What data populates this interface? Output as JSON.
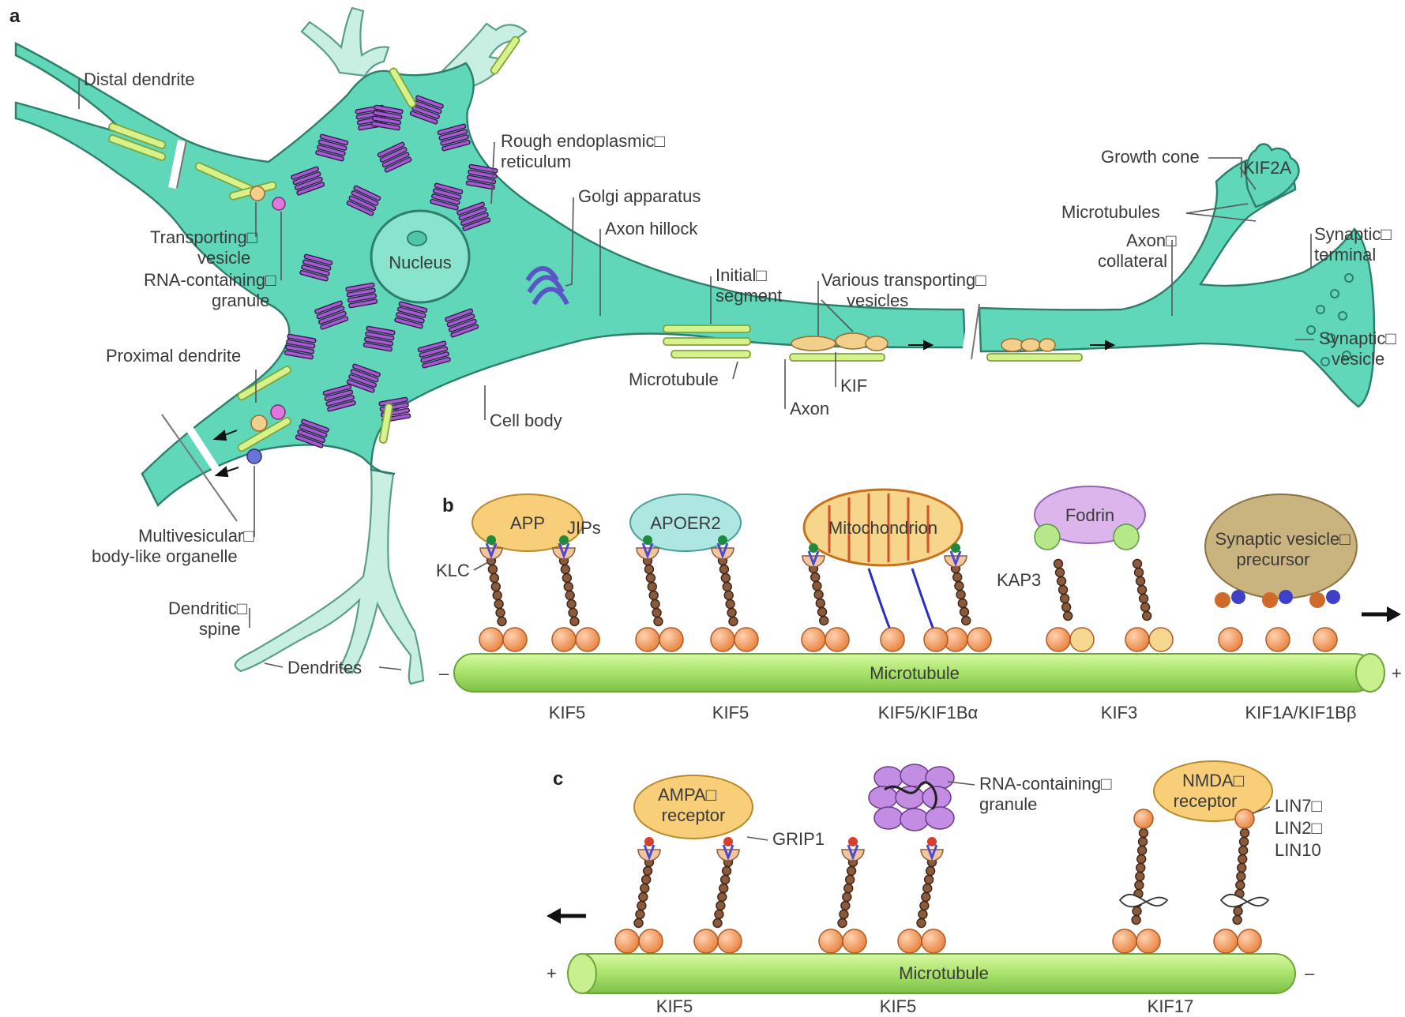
{
  "panels": {
    "a": "a",
    "b": "b",
    "c": "c"
  },
  "panel_a": {
    "distal_dendrite": "Distal dendrite",
    "rough_er_1": "Rough endoplasmic□",
    "rough_er_2": "reticulum",
    "golgi": "Golgi apparatus",
    "axon_hillock": "Axon hillock",
    "transporting_vesicle_1": "Transporting□",
    "transporting_vesicle_2": "vesicle",
    "rna_granule_1": "RNA-containing□",
    "rna_granule_2": "granule",
    "nucleus": "Nucleus",
    "proximal_dendrite": "Proximal dendrite",
    "cell_body": "Cell body",
    "initial_segment_1": "Initial□",
    "initial_segment_2": "segment",
    "various_vesicles_1": "Various transporting□",
    "various_vesicles_2": "vesicles",
    "microtubule": "Microtubule",
    "kif": "KIF",
    "axon": "Axon",
    "growth_cone": "Growth cone",
    "kif2a": "KIF2A",
    "microtubules": "Microtubules",
    "axon_collateral_1": "Axon□",
    "axon_collateral_2": "collateral",
    "synaptic_terminal_1": "Synaptic□",
    "synaptic_terminal_2": "terminal",
    "synaptic_vesicle_1": "Synaptic□",
    "synaptic_vesicle_2": "vesicle",
    "mvb_1": "Multivesicular□",
    "mvb_2": "body-like organelle",
    "dendritic_spine_1": "Dendritic□",
    "dendritic_spine_2": "spine",
    "dendrites": "Dendrites"
  },
  "panel_b": {
    "cargo_app": "APP",
    "cargo_apoer2": "APOER2",
    "cargo_mito": "Mitochondrion",
    "cargo_fodrin": "Fodrin",
    "cargo_svp_1": "Synaptic vesicle□",
    "cargo_svp_2": "precursor",
    "jips": "JIPs",
    "klc": "KLC",
    "kap3": "KAP3",
    "microtubule": "Microtubule",
    "minus": "–",
    "plus": "+",
    "motors": [
      "KIF5",
      "KIF5",
      "KIF5/KIF1Bα",
      "KIF3",
      "KIF1A/KIF1Bβ"
    ]
  },
  "panel_c": {
    "cargo_ampa_1": "AMPA□",
    "cargo_ampa_2": "receptor",
    "grip1": "GRIP1",
    "rna_1": "RNA-containing□",
    "rna_2": "granule",
    "cargo_nmda_1": "NMDA□",
    "cargo_nmda_2": "receptor",
    "lin7": "LIN7□",
    "lin2": "LIN2□",
    "lin10": "LIN10",
    "microtubule": "Microtubule",
    "plus": "+",
    "minus": "–",
    "motors": [
      "KIF5",
      "KIF5",
      "KIF17"
    ]
  },
  "colors": {
    "cell": "#5fd7b8",
    "er": "#a45ad0",
    "microtubule": "#a8e36a",
    "motor_head": "#f4a268"
  }
}
